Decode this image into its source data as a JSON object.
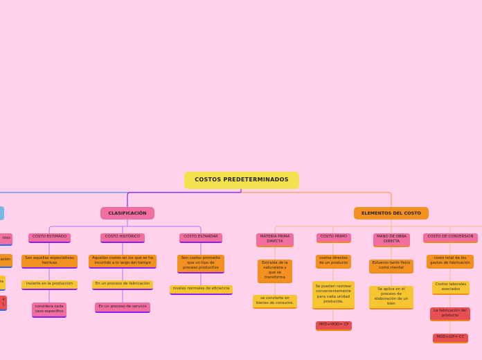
{
  "root": "COSTOS PREDETERMINADOS",
  "clasificacion": {
    "title": "CLASIFICACIÓN",
    "estimado": {
      "title": "COSTO ESTIMADO",
      "items": [
        "Son aquellas expectativas teóricas",
        "Invierte en la producción",
        "considera cada caso específico"
      ]
    },
    "historico": {
      "title": "COSTO HISTÓRICO",
      "items": [
        "Aquellos costes en los que se ha incurrido a lo largo del tiempo",
        "En un proceso de fabricación",
        "En un proceso de servicio"
      ]
    },
    "estandar": {
      "title": "COSTO ESTANDAR",
      "items": [
        "Son costos promedio que un tipo de proceso productivo",
        "niveles normales de eficiencia"
      ]
    }
  },
  "elementos": {
    "title": "ELEMENTOS DEL COSTO",
    "materia": {
      "title": "MATERIA PRIMA DIRECTA",
      "items": [
        "Extraída de la naturaleza y que se transforma",
        "se convierte en bienes de consumo."
      ]
    },
    "primo": {
      "title": "COSTO PRIMO",
      "items": [
        "costos directos de un producto",
        "Se pueden rastrear convenientemente para cada unidad producida.",
        "MPD+MOD= CP"
      ]
    },
    "mano": {
      "title": "MANO DE OBRA DIRECTA",
      "items": [
        "Esfuerzo tanto físico como mental",
        "Se aplica en el proceso de elaboración de un bien"
      ]
    },
    "conversion": {
      "title": "COSTO DE CONVERSION",
      "items": [
        "costo total de los gastos de fabricación",
        "Costos laborales asociados",
        "La fabricación del producto",
        "MOD+GIF= CC"
      ]
    }
  },
  "left_cut": {
    "a": "ntes",
    "b": "ación",
    "c": "ra",
    "d": "e\nl,"
  },
  "colors": {
    "background": "#ffd1ea",
    "root": "#f5e04e",
    "pink": "#f06ea0",
    "orange": "#f29120",
    "yellow": "#f7c531",
    "red": "#e84f53",
    "purple_line": "#8a1ef0",
    "orange_line": "#f5a05a",
    "blue_line": "#4a8ff0"
  }
}
